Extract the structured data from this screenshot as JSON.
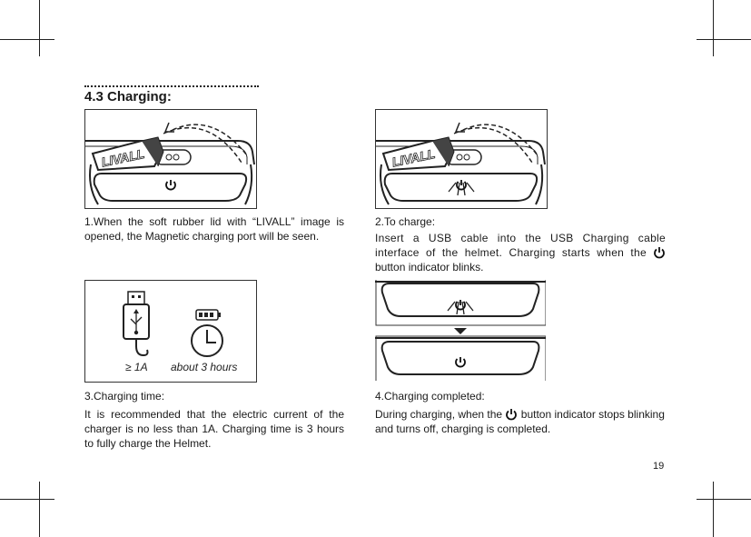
{
  "section": {
    "title": "4.3 Charging:"
  },
  "steps": [
    {
      "id": "step1",
      "text": "1.When the soft rubber lid with “LIVALL” image is opened, the Magnetic charging port will be seen.",
      "figure_label": "LIVALL"
    },
    {
      "id": "step2",
      "title": "2.To charge:",
      "text_before_icon": "Insert a USB cable into the USB Charging cable interface of the helmet. Charging starts when the",
      "text_after_icon": "button indicator blinks.",
      "figure_label": "LIVALL"
    },
    {
      "id": "step3",
      "title": "3.Charging time:",
      "text": "It is recommended that the electric current of the charger is no less than 1A. Charging time is 3 hours to fully charge the Helmet.",
      "current_label": "≥ 1A",
      "time_label": "about 3 hours"
    },
    {
      "id": "step4",
      "title": "4.Charging completed:",
      "text_before_icon": "During charging, when the",
      "text_after_icon": "button indicator stops blinking and turns off, charging is completed."
    }
  ],
  "page_number": "19",
  "icons": {
    "power": "power-icon",
    "usb": "usb-icon",
    "battery": "battery-icon",
    "clock": "clock-icon",
    "arrow": "down-arrow-icon"
  }
}
